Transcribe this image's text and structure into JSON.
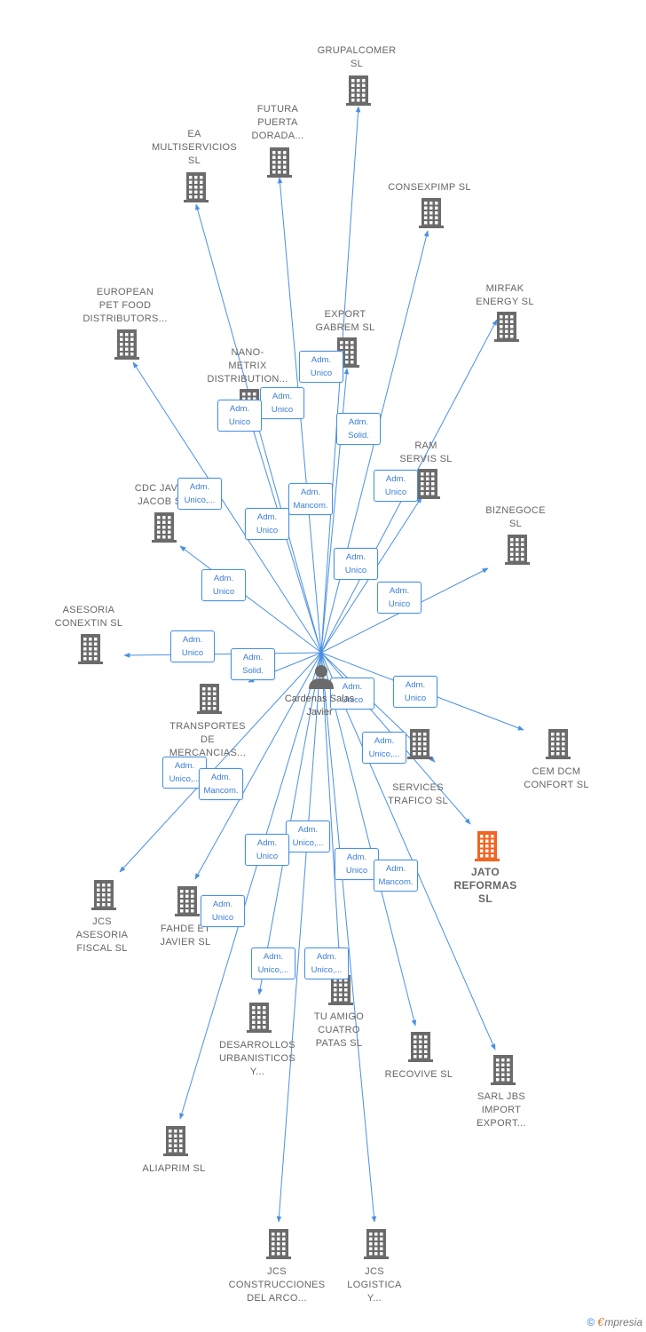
{
  "center": {
    "name_lines": [
      "Cardenas",
      "Salas",
      "Javier"
    ]
  },
  "colors": {
    "edge": "#4a90e2",
    "building": "#6b6b6b",
    "target_building": "#f26522",
    "text": "#666666"
  },
  "nodes": [
    {
      "id": "grupalcomer",
      "lines": [
        "GRUPALCOMER",
        "SL"
      ]
    },
    {
      "id": "futura",
      "lines": [
        "FUTURA",
        "PUERTA",
        "DORADA..."
      ]
    },
    {
      "id": "ea",
      "lines": [
        "EA",
        "MULTISERVICIOS",
        "SL"
      ]
    },
    {
      "id": "consexpimp",
      "lines": [
        "CONSEXPIMP SL"
      ]
    },
    {
      "id": "mirfak",
      "lines": [
        "MIRFAK",
        "ENERGY  SL"
      ]
    },
    {
      "id": "european",
      "lines": [
        "EUROPEAN",
        "PET FOOD",
        "DISTRIBUTORS..."
      ]
    },
    {
      "id": "export",
      "lines": [
        "EXPORT",
        "GABREM  SL"
      ]
    },
    {
      "id": "nanometrix",
      "lines": [
        "NANO-",
        "METRIX",
        "DISTRIBUTION..."
      ]
    },
    {
      "id": "ram",
      "lines": [
        "RAM",
        "SERVIS  SL"
      ]
    },
    {
      "id": "cdc",
      "lines": [
        "CDC JAVI Y",
        "JACOB  SL"
      ]
    },
    {
      "id": "biznegoce",
      "lines": [
        "BIZNEGOCE",
        "SL"
      ]
    },
    {
      "id": "asesoria",
      "lines": [
        "ASESORIA",
        "CONEXTIN  SL"
      ]
    },
    {
      "id": "transportes",
      "lines": [
        "TRANSPORTES",
        "DE",
        "MERCANCIAS..."
      ]
    },
    {
      "id": "cemdcm",
      "lines": [
        "CEM DCM",
        "CONFORT  SL"
      ]
    },
    {
      "id": "services",
      "lines": [
        "SERVICES",
        "TRAFICO  SL"
      ]
    },
    {
      "id": "jato",
      "lines": [
        "JATO",
        "REFORMAS",
        "SL"
      ]
    },
    {
      "id": "jcsasesoria",
      "lines": [
        "JCS",
        "ASESORIA",
        "FISCAL  SL"
      ]
    },
    {
      "id": "fahde",
      "lines": [
        "FAHDE ET",
        "JAVIER  SL"
      ]
    },
    {
      "id": "desarrollos",
      "lines": [
        "DESARROLLOS",
        "URBANISTICOS",
        "Y..."
      ]
    },
    {
      "id": "tuamigo",
      "lines": [
        "TU AMIGO",
        "CUATRO",
        "PATAS  SL"
      ]
    },
    {
      "id": "recovive",
      "lines": [
        "RECOVIVE  SL"
      ]
    },
    {
      "id": "sarl",
      "lines": [
        "SARL JBS",
        "IMPORT",
        "EXPORT..."
      ]
    },
    {
      "id": "aliaprim",
      "lines": [
        "ALIAPRIM  SL"
      ]
    },
    {
      "id": "jcsconstrucciones",
      "lines": [
        "JCS",
        "CONSTRUCCIONES",
        "DEL ARCO..."
      ]
    },
    {
      "id": "jcslogistica",
      "lines": [
        "JCS",
        "LOGISTICA",
        "Y..."
      ]
    }
  ],
  "badges": [
    {
      "target": "export",
      "lines": [
        "Adm.",
        "Unico"
      ]
    },
    {
      "target": "futura",
      "lines": [
        "Adm.",
        "Unico"
      ]
    },
    {
      "target": "nanometrix",
      "lines": [
        "Adm.",
        "Unico"
      ]
    },
    {
      "target": "consexpimp",
      "lines": [
        "Adm.",
        "Solid."
      ]
    },
    {
      "target": "mirfak",
      "lines": [
        "Adm.",
        "Unico"
      ]
    },
    {
      "target": "european",
      "lines": [
        "Adm.",
        "Unico,..."
      ]
    },
    {
      "target": "grupalcomer",
      "lines": [
        "Adm.",
        "Mancom."
      ]
    },
    {
      "target": "ea",
      "lines": [
        "Adm.",
        "Unico"
      ]
    },
    {
      "target": "ram",
      "lines": [
        "Adm.",
        "Unico"
      ]
    },
    {
      "target": "cdc",
      "lines": [
        "Adm.",
        "Unico"
      ]
    },
    {
      "target": "biznegoce",
      "lines": [
        "Adm.",
        "Unico"
      ]
    },
    {
      "target": "asesoria",
      "lines": [
        "Adm.",
        "Unico"
      ]
    },
    {
      "target": "transportes",
      "lines": [
        "Adm.",
        "Solid."
      ]
    },
    {
      "target": "services",
      "lines": [
        "Adm.",
        "Unico"
      ]
    },
    {
      "target": "cemdcm",
      "lines": [
        "Adm.",
        "Unico"
      ]
    },
    {
      "target": "jato",
      "lines": [
        "Adm.",
        "Unico,..."
      ]
    },
    {
      "target": "jcsasesoria",
      "lines": [
        "Adm.",
        "Unico,..."
      ]
    },
    {
      "target": "fahde",
      "lines": [
        "Adm.",
        "Mancom."
      ]
    },
    {
      "target": "tuamigo",
      "lines": [
        "Adm.",
        "Unico,..."
      ]
    },
    {
      "target": "desarrollos",
      "lines": [
        "Adm.",
        "Unico"
      ]
    },
    {
      "target": "recovive",
      "lines": [
        "Adm.",
        "Unico"
      ]
    },
    {
      "target": "sarl",
      "lines": [
        "Adm.",
        "Mancom."
      ]
    },
    {
      "target": "aliaprim",
      "lines": [
        "Adm.",
        "Unico"
      ]
    },
    {
      "target": "jcsconstrucciones",
      "lines": [
        "Adm.",
        "Unico,..."
      ]
    },
    {
      "target": "jcslogistica",
      "lines": [
        "Adm.",
        "Unico,..."
      ]
    }
  ],
  "footer": {
    "symbol": "©",
    "brand_first": "€",
    "brand_rest": "mpresia"
  }
}
